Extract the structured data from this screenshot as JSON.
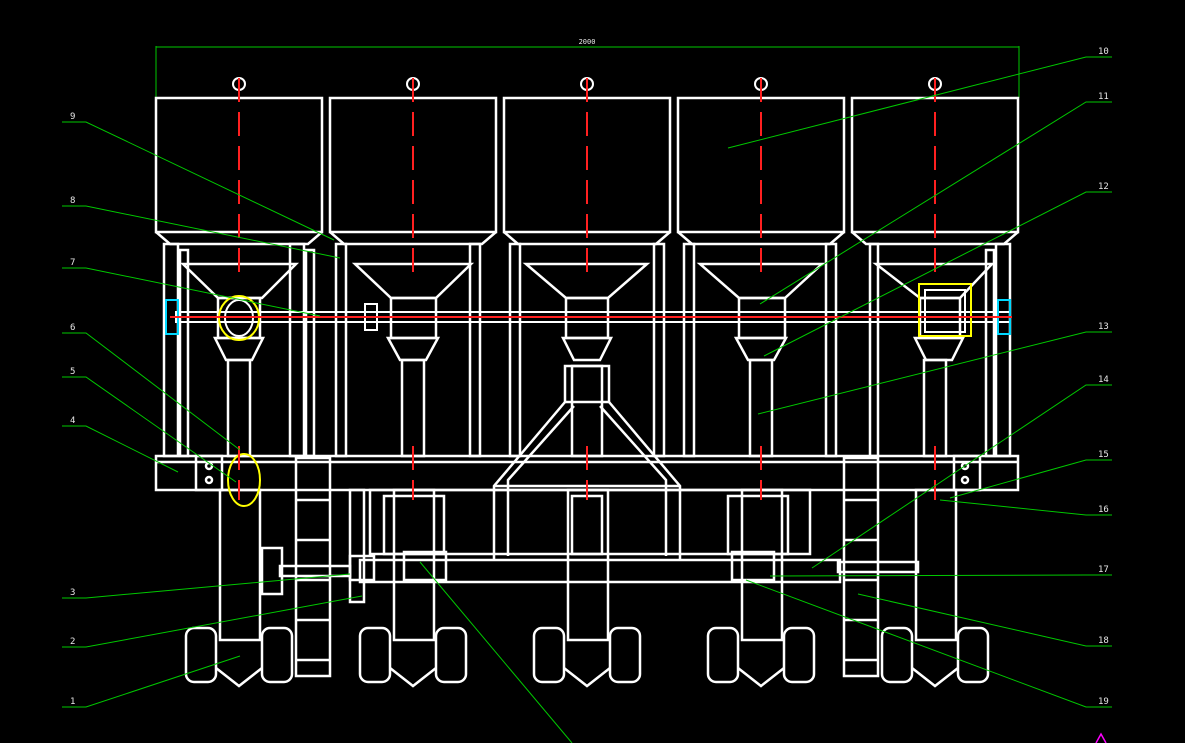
{
  "colors": {
    "background": "#000000",
    "outline": "#ffffff",
    "leader": "#00c800",
    "centerline": "#ff2020",
    "hatch": "#ffff00",
    "accent": "#00d8ff",
    "marker": "#ff00ff"
  },
  "drawing": {
    "overall_dimension": "2000",
    "part_labels": [
      "1",
      "2",
      "3",
      "4",
      "5",
      "6",
      "7",
      "8",
      "9",
      "10",
      "11",
      "12",
      "13",
      "14",
      "15",
      "16",
      "17",
      "18",
      "19"
    ]
  }
}
